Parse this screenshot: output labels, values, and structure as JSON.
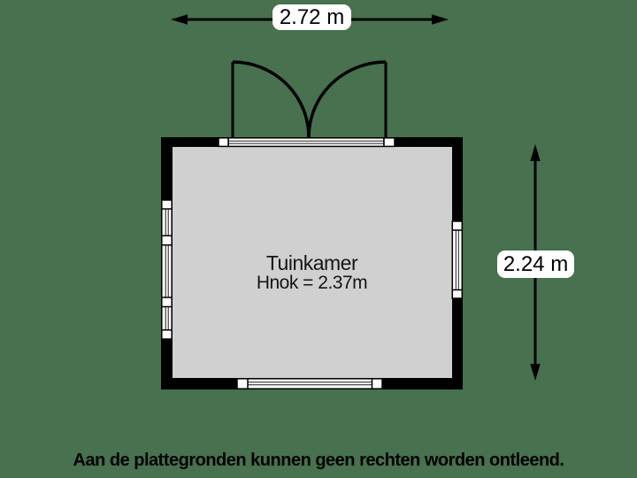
{
  "colors": {
    "background": "#47714F",
    "wall": "#000000",
    "floor": "#D0D0D0",
    "window": "#FFFFFF",
    "dimension_line": "#000000",
    "label_background": "#FFFFFF",
    "text": "#151515"
  },
  "dimension_labels": {
    "width": "2.72 m",
    "height": "2.24 m"
  },
  "room": {
    "name": "Tuinkamer",
    "ridge_height": "Hnok = 2.37m"
  },
  "footer": {
    "disclaimer": "Aan de plattegronden kunnen geen rechten worden ontleend."
  }
}
